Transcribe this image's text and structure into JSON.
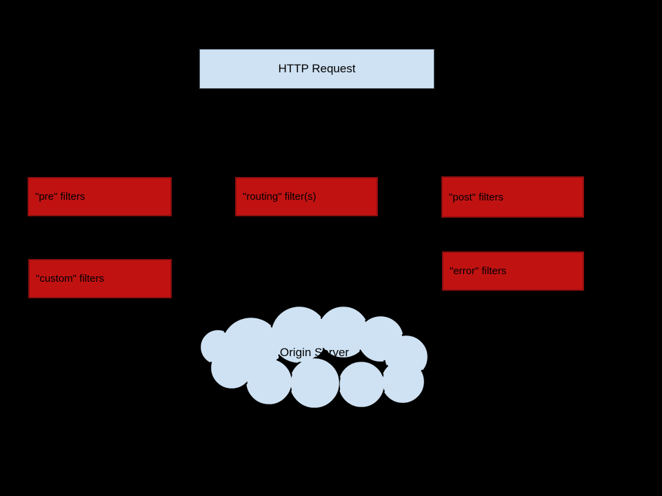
{
  "canvas": {
    "background": "#000000"
  },
  "palette": {
    "canvas_bg": "#000000",
    "light_blue_fill": "#cfe2f3",
    "blue_border": "#44535f",
    "red_fill": "#c11212",
    "red_border": "#8f0e0e",
    "text_color": "#000000"
  },
  "nodes": {
    "http_request": {
      "label": "HTTP Request",
      "shape": "rectangle",
      "fill": "light-blue"
    },
    "pre_filters": {
      "label": "\"pre\" filters",
      "shape": "rectangle",
      "fill": "red"
    },
    "routing_filters": {
      "label": "\"routing\" filter(s)",
      "shape": "rectangle",
      "fill": "red"
    },
    "post_filters": {
      "label": "\"post\" filters",
      "shape": "rectangle",
      "fill": "red"
    },
    "custom_filters": {
      "label": "\"custom\" filters",
      "shape": "rectangle",
      "fill": "red"
    },
    "error_filters": {
      "label": "\"error\" filters",
      "shape": "rectangle",
      "fill": "red"
    },
    "origin_server": {
      "label": "Origin Server",
      "shape": "cloud",
      "fill": "light-blue"
    }
  }
}
